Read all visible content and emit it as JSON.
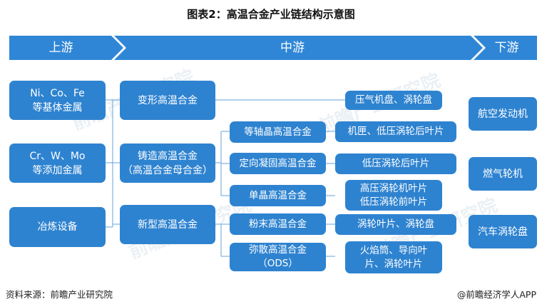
{
  "title": "图表2：高温合金产业链结构示意图",
  "stages": {
    "upstream": "上游",
    "midstream": "中游",
    "downstream": "下游"
  },
  "upstream": {
    "base_metals": "Ni、Co、Fe\n等基体金属",
    "added_metals": "Cr、W、Mo\n等添加金属",
    "smelting": "冶炼设备"
  },
  "midstream": {
    "wrought": "变形高温合金",
    "cast": "铸造高温合金\n（高温合金母合金）",
    "new": "新型高温合金",
    "equiaxed": "等轴晶高温合金",
    "directional": "定向凝固高温合金",
    "single_crystal": "单晶高温合金",
    "powder": "粉末高温合金",
    "ods": "弥散高温合金\n（ODS）"
  },
  "products": {
    "compressor_disk": "压气机盘、涡轮盘",
    "casing_blade": "机匣、低压涡轮后叶片",
    "lp_blade": "低压涡轮后叶片",
    "hp_blade": "高压涡轮机叶片\n低压涡轮前叶片",
    "blade_disk": "涡轮叶片、涡轮盘",
    "combustor": "火焰筒、导向叶\n片、涡轮叶片"
  },
  "downstream": {
    "aero_engine": "航空发动机",
    "gas_turbine": "燃气轮机",
    "auto_turbo": "汽车涡轮盘"
  },
  "footer": {
    "source": "资料来源：前瞻产业研究院",
    "credit": "@前瞻经济学人APP"
  },
  "watermark": "前瞻产业研究院",
  "colors": {
    "box": "#2e83d0",
    "bar": "#2f86d6",
    "connector": "#7fb2df"
  }
}
